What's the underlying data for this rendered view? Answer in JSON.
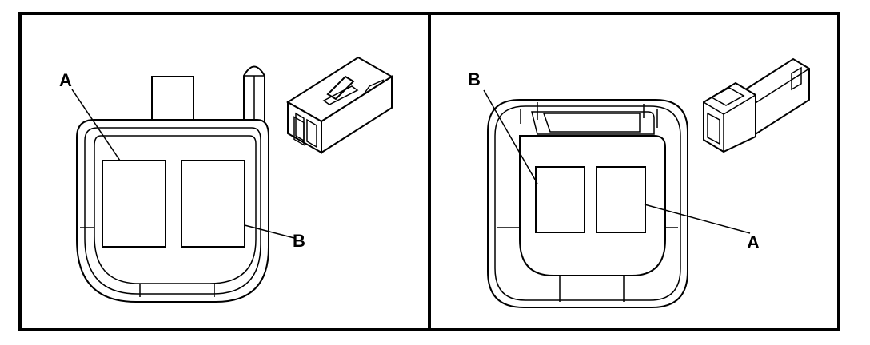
{
  "left_panel": {
    "label_a": "A",
    "label_b": "B"
  },
  "right_panel": {
    "label_b": "B",
    "label_a": "A"
  },
  "colors": {
    "line": "#000000",
    "background": "#ffffff"
  }
}
